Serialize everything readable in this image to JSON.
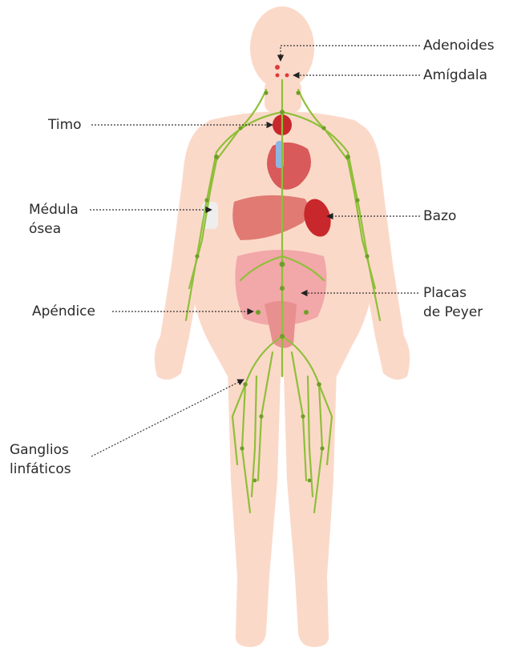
{
  "labels": {
    "adenoides": "Adenoides",
    "amigdala": "Amígdala",
    "timo": "Timo",
    "medula_l1": "Médula",
    "medula_l2": "ósea",
    "bazo": "Bazo",
    "apendice": "Apéndice",
    "placas_l1": "Placas",
    "placas_l2": "de Peyer",
    "ganglios_l1": "Ganglios",
    "ganglios_l2": "linfáticos"
  },
  "colors": {
    "skin": "#fbd9c9",
    "lymph": "#8fbf3a",
    "lymph_dark": "#5f8f1f",
    "organ_red": "#c8282b",
    "intestine": "#f2a7a8",
    "liver": "#e07a72",
    "heart": "#d85a5a",
    "vessel_blue": "#8fb6e0",
    "leader": "#333333"
  }
}
